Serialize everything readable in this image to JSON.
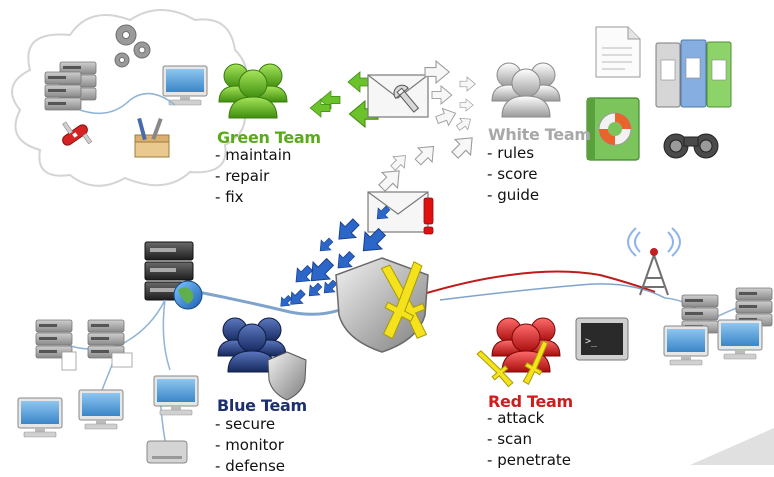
{
  "teams": {
    "green": {
      "name": "Green Team",
      "duties": [
        "maintain",
        "repair",
        "fix"
      ],
      "color": "#5aaa1a"
    },
    "white": {
      "name": "White Team",
      "duties": [
        "rules",
        "score",
        "guide"
      ],
      "color": "#a8a8a8"
    },
    "blue": {
      "name": "Blue Team",
      "duties": [
        "secure",
        "monitor",
        "defense"
      ],
      "color": "#1d2f6e"
    },
    "red": {
      "name": "Red Team",
      "duties": [
        "attack",
        "scan",
        "penetrate"
      ],
      "color": "#d01c1c"
    }
  },
  "icons": [
    "cloud-icon",
    "gears-icon",
    "server-icon",
    "desktop-icon",
    "toolbox-icon",
    "swiss-knife-icon",
    "people-group-icon",
    "envelope-icon",
    "wrench-icon",
    "alert-icon",
    "arrow-icon",
    "document-icon",
    "binders-icon",
    "rulebook-icon",
    "lifebuoy-icon",
    "binoculars-icon",
    "globe-icon",
    "shield-icon",
    "swords-icon",
    "terminal-icon",
    "radio-tower-icon",
    "hard-drive-icon"
  ]
}
